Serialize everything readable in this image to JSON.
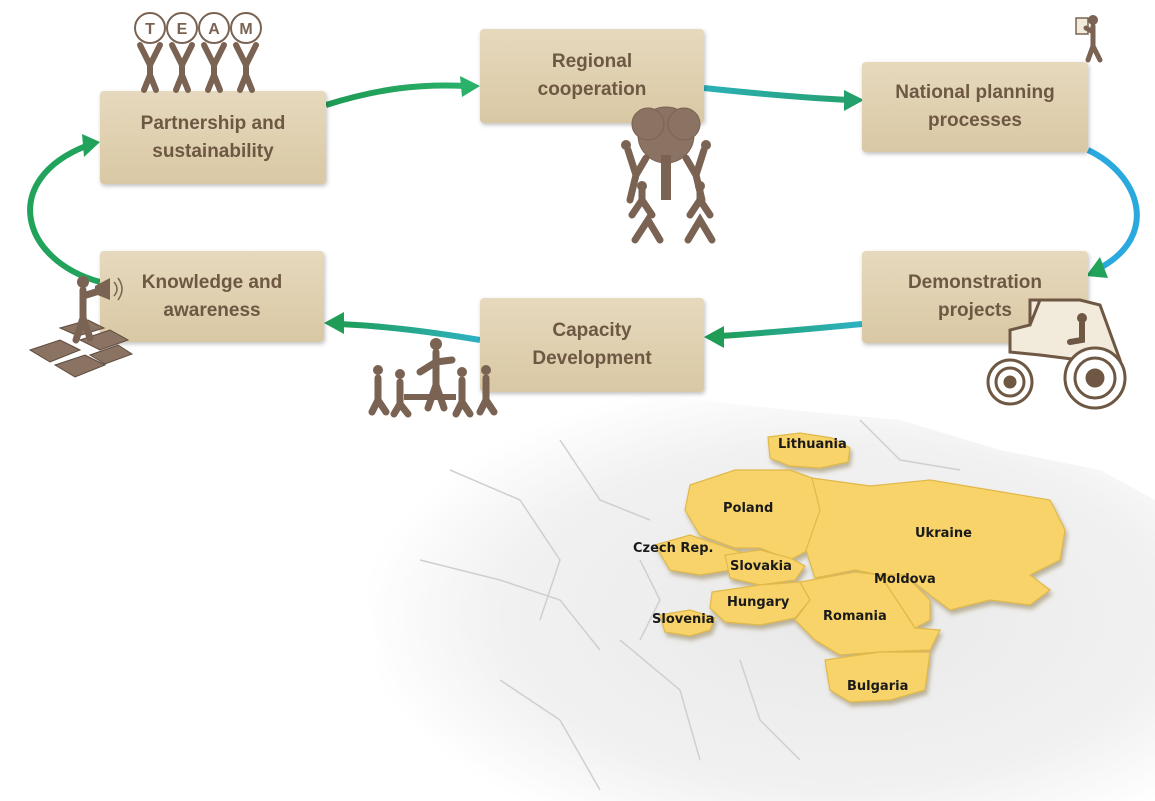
{
  "cycle": {
    "steps": [
      {
        "id": "partnership",
        "label": "Partnership and\nsustainability"
      },
      {
        "id": "regional",
        "label": "Regional\ncooperation"
      },
      {
        "id": "national",
        "label": "National planning\nprocesses"
      },
      {
        "id": "demonstration",
        "label": "Demonstration\nprojects"
      },
      {
        "id": "capacity",
        "label": "Capacity\nDevelopment"
      },
      {
        "id": "knowledge",
        "label": "Knowledge and\nawareness"
      }
    ],
    "arrow_colors": {
      "green": "#22a15a",
      "teal": "#2aa7b5",
      "blue": "#2aa7df"
    },
    "box_color": "#dccaa6",
    "text_color": "#6e5843"
  },
  "team_letters": [
    "T",
    "E",
    "A",
    "M"
  ],
  "map": {
    "highlight_color": "#f7d36b",
    "countries": [
      "Lithuania",
      "Poland",
      "Ukraine",
      "Czech Rep.",
      "Slovakia",
      "Moldova",
      "Hungary",
      "Romania",
      "Slovenia",
      "Bulgaria"
    ]
  }
}
